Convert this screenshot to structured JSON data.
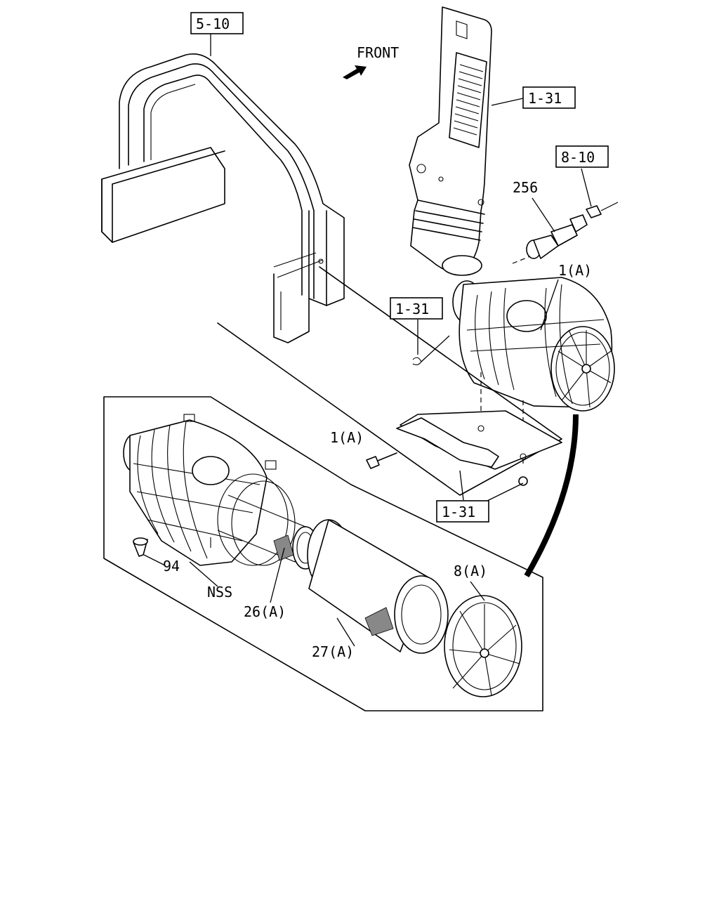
{
  "direction": {
    "label": "FRONT",
    "icon": "arrow-front-icon"
  },
  "references": {
    "frame": "5-10",
    "intake_duct": "1-31",
    "sensor": "8-10",
    "clip": "1-31",
    "bracket": "1-31"
  },
  "callouts": {
    "indicator": "256",
    "air_cleaner_top": "1(A)",
    "air_cleaner_detail": "1(A)",
    "drain_valve": "94",
    "nss": "NSS",
    "inner_element": "26(A)",
    "outer_element": "27(A)",
    "cover": "8(A)"
  }
}
